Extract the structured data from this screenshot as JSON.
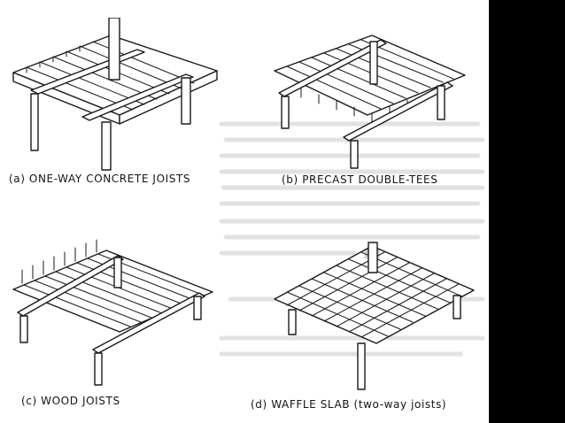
{
  "colors": {
    "page": "#ffffff",
    "ink": "#1a1a1a",
    "margin": "#000000"
  },
  "figure": {
    "panels": [
      {
        "id": "a",
        "caption": "(a)  ONE-WAY CONCRETE JOISTS"
      },
      {
        "id": "b",
        "caption": "(b) PRECAST DOUBLE-TEES"
      },
      {
        "id": "c",
        "caption": "(c) WOOD JOISTS"
      },
      {
        "id": "d",
        "caption": "(d) WAFFLE SLAB (two-way joists)"
      }
    ]
  }
}
